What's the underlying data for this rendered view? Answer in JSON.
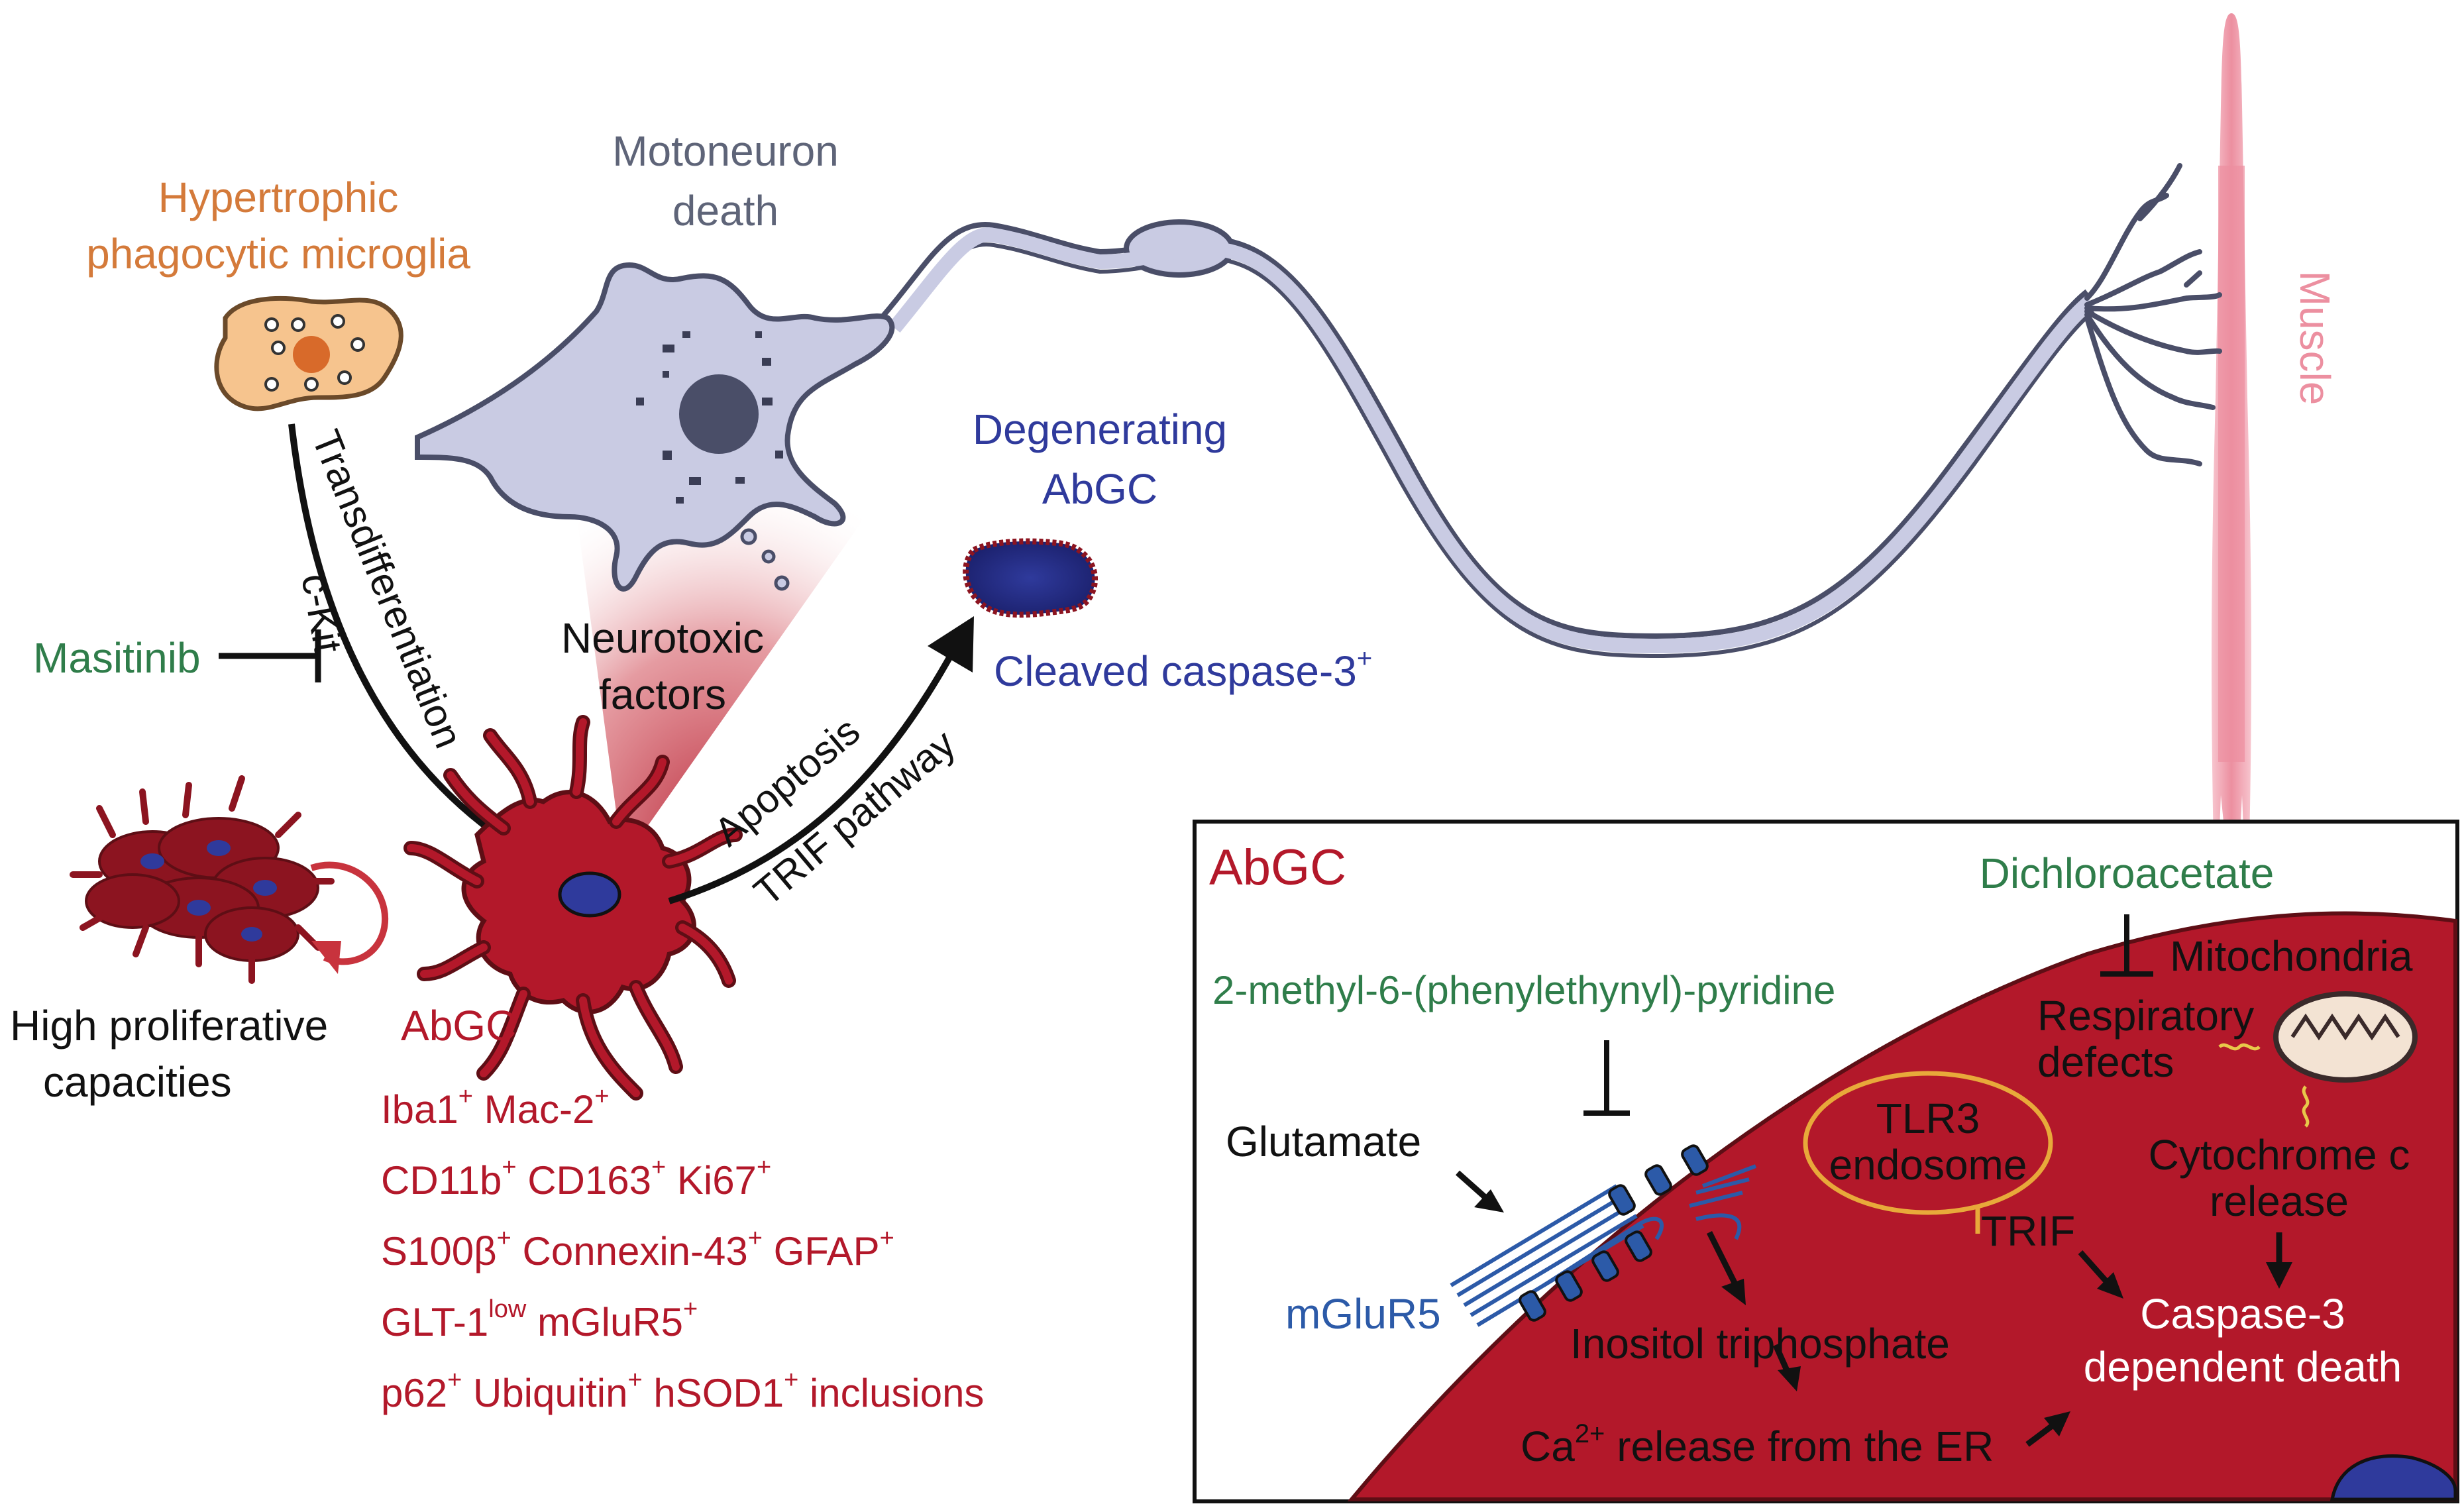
{
  "colors": {
    "microglia_label": "#d47a3a",
    "microglia_fill": "#f6c48e",
    "microglia_nucleus": "#d86a2a",
    "neuron_label": "#5e6478",
    "neuron_fill": "#c9cbe3",
    "neuron_nucleus": "#4a4e68",
    "abgc_red": "#b3182a",
    "abgc_dark": "#8c1420",
    "drug_green": "#2f7d4a",
    "degenerating_blue": "#2f3a9c",
    "muscle_pink": "#ec8fa0",
    "mglur_blue": "#2c5aa8",
    "endosome_orange": "#e8a93a",
    "black": "#111111"
  },
  "labels": {
    "microglia": [
      "Hypertrophic",
      "phagocytic microglia"
    ],
    "motoneuron": [
      "Motoneuron",
      "death"
    ],
    "degenerating": [
      "Degenerating",
      "AbGC"
    ],
    "cleaved_caspase": "Cleaved caspase-3",
    "cleaved_caspase_sup": "+",
    "muscle": "Muscle",
    "transdifferentiation": "Transdifferentiation",
    "ckit": "c-Kit",
    "masitinib": "Masitinib",
    "neurotoxic": [
      "Neurotoxic",
      "factors"
    ],
    "apoptosis": "Apoptosis",
    "trif_pathway": "TRIF pathway",
    "high_prolif": [
      "High proliferative",
      "capacities"
    ],
    "abgc": "AbGC"
  },
  "markers": [
    [
      {
        "t": "Iba1",
        "s": "+"
      },
      {
        "t": " Mac-2",
        "s": "+"
      }
    ],
    [
      {
        "t": "CD11b",
        "s": "+"
      },
      {
        "t": " CD163",
        "s": "+"
      },
      {
        "t": " Ki67",
        "s": "+"
      }
    ],
    [
      {
        "t": "S100β",
        "s": "+"
      },
      {
        "t": " Connexin-43",
        "s": "+"
      },
      {
        "t": " GFAP",
        "s": "+"
      }
    ],
    [
      {
        "t": "GLT-1",
        "s": "low"
      },
      {
        "t": "   mGluR5",
        "s": "+"
      }
    ],
    [
      {
        "t": "p62",
        "s": "+"
      },
      {
        "t": " Ubiquitin",
        "s": "+"
      },
      {
        "t": " hSOD1",
        "s": "+"
      },
      {
        "t": " inclusions",
        "s": ""
      }
    ]
  ],
  "inset": {
    "title": "AbGC",
    "dichloroacetate": "Dichloroacetate",
    "mitochondria": "Mitochondria",
    "respiratory": [
      "Respiratory",
      "defects"
    ],
    "mpep": "2-methyl-6-(phenylethynyl)-pyridine",
    "tlr3": [
      "TLR3",
      "endosome"
    ],
    "cytochrome": [
      "Cytochrome c",
      "release"
    ],
    "glutamate": "Glutamate",
    "trif": "TRIF",
    "caspase3": [
      "Caspase-3",
      "dependent death"
    ],
    "mglur5": "mGluR5",
    "ip3": "Inositol triphosphate",
    "ca_pre": "Ca",
    "ca_sup": "2+",
    "ca_post": " release from the ER"
  }
}
